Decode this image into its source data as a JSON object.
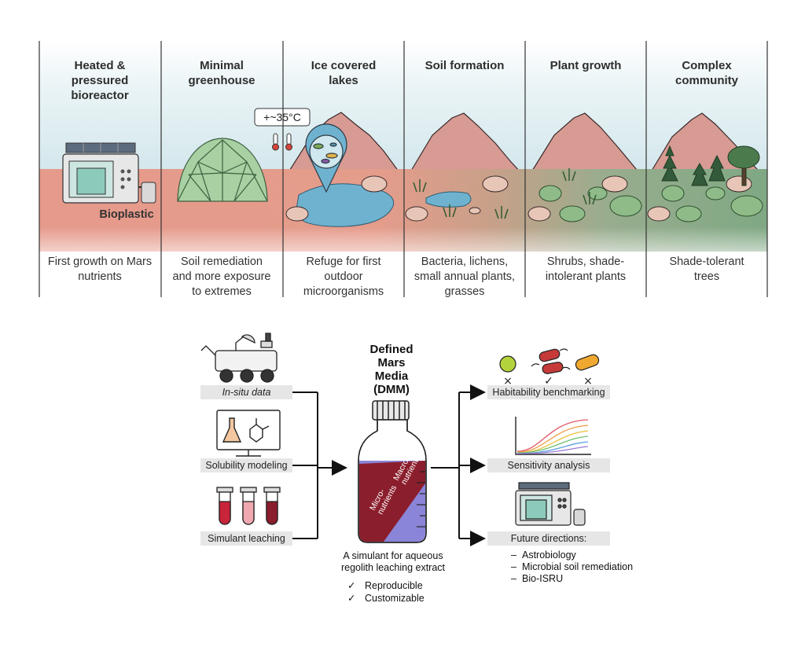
{
  "stages": [
    {
      "title": "Heated &\npressured\nbioreactor",
      "caption": "First growth on Mars\nnutrients"
    },
    {
      "title": "Minimal\ngreenhouse",
      "caption": "Soil remediation\nand more exposure\nto extremes"
    },
    {
      "title": "Ice covered\nlakes",
      "caption": "Refuge for first\noutdoor\nmicroorganisms"
    },
    {
      "title": "Soil formation",
      "caption": "Bacteria, lichens,\nsmall annual plants,\ngrasses"
    },
    {
      "title": "Plant growth",
      "caption": "Shrubs, shade-\nintolerant plants"
    },
    {
      "title": "Complex\ncommunity",
      "caption": "Shade-tolerant\ntrees"
    }
  ],
  "bioplastic_label": "Bioplastic",
  "temperature_label": "+~35°C",
  "inputs": [
    {
      "label": "In-situ data",
      "icon": "rover-icon"
    },
    {
      "label": "Solubility modeling",
      "icon": "monitor-flask-icon"
    },
    {
      "label": "Simulant leaching",
      "icon": "test-tubes-icon"
    }
  ],
  "dmm": {
    "title": "Defined\nMars\nMedia\n(DMM)",
    "macro_label": "Macro-\nnutrients",
    "micro_label": "Micro-\nnutrients",
    "subtitle": "A simulant for aqueous\nregolith leaching extract",
    "checks": [
      "Reproducible",
      "Customizable"
    ]
  },
  "outputs": [
    {
      "label": "Habitability benchmarking",
      "icon": "microbes-icon",
      "marks": [
        "×",
        "✓",
        "×"
      ]
    },
    {
      "label": "Sensitivity analysis",
      "icon": "growth-curves-icon"
    },
    {
      "label": "Future directions:",
      "icon": "bioreactor-icon"
    }
  ],
  "future_items": [
    "Astrobiology",
    "Microbial soil remediation",
    "Bio-ISRU"
  ],
  "colors": {
    "mars_ground": "#e59a8a",
    "sky": "#dbecef",
    "mountain": "#d79b94",
    "lake": "#6fb2cf",
    "vegetation": "#7fa97c",
    "greenhouse": "#a8d0a3",
    "bottle_macro": "#8a85d8",
    "bottle_micro": "#8b1e2c",
    "tube_red": "#c8243a",
    "label_bar": "#e6e6e6"
  }
}
